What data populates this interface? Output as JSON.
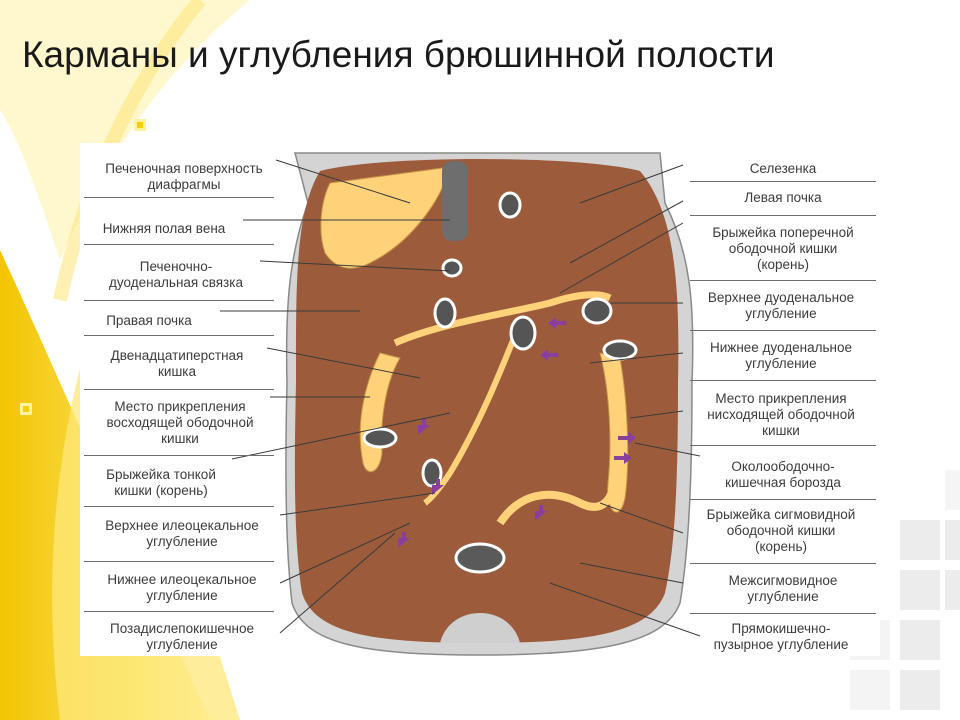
{
  "slide": {
    "title": "Карманы и углубления брюшинной полости"
  },
  "colors": {
    "abdominal_wall": "#d9d9d9",
    "cavity": "#9c5c3c",
    "peritoneum_highlight": "#ffd27a",
    "arrow": "#8a3f9e",
    "accent_yellow": "#f6d40c"
  },
  "labels_left": [
    {
      "id": "liver-diaphragm-surface",
      "line1": "Печеночная поверхность",
      "line2": "диафрагмы"
    },
    {
      "id": "inferior-vena-cava",
      "line1": "Нижняя полая вена",
      "line2": ""
    },
    {
      "id": "hepatoduodenal-ligament",
      "line1": "Печеночно-",
      "line2": "дуоденальная связка"
    },
    {
      "id": "right-kidney",
      "line1": "Правая почка",
      "line2": ""
    },
    {
      "id": "duodenum",
      "line1": "Двенадцатиперстная",
      "line2": "кишка"
    },
    {
      "id": "ascending-colon-attachment",
      "line1": "Место прикрепления",
      "line2": "восходящей ободочной",
      "line3": "кишки"
    },
    {
      "id": "small-intestine-mesentery",
      "line1": "Брыжейка тонкой",
      "line2": "кишки (корень)"
    },
    {
      "id": "superior-ileocecal-recess",
      "line1": "Верхнее илеоцекальное",
      "line2": "углубление"
    },
    {
      "id": "inferior-ileocecal-recess",
      "line1": "Нижнее илеоцекальное",
      "line2": "углубление"
    },
    {
      "id": "retrocecal-recess",
      "line1": "Позадислепокишечное",
      "line2": "углубление"
    }
  ],
  "labels_right": [
    {
      "id": "spleen",
      "line1": "Селезенка",
      "line2": ""
    },
    {
      "id": "left-kidney",
      "line1": "Левая почка",
      "line2": ""
    },
    {
      "id": "transverse-mesocolon",
      "line1": "Брыжейка поперечной",
      "line2": "ободочной кишки",
      "line3": "(корень)"
    },
    {
      "id": "superior-duodenal-recess",
      "line1": "Верхнее дуоденальное",
      "line2": "углубление"
    },
    {
      "id": "inferior-duodenal-recess",
      "line1": "Нижнее дуоденальное",
      "line2": "углубление"
    },
    {
      "id": "descending-colon-attachment",
      "line1": "Место прикрепления",
      "line2": "нисходящей ободочной",
      "line3": "кишки"
    },
    {
      "id": "paracolic-gutter",
      "line1": "Околоободочно-",
      "line2": "кишечная борозда"
    },
    {
      "id": "sigmoid-mesocolon",
      "line1": "Брыжейка сигмовидной",
      "line2": "ободочной кишки",
      "line3": "(корень)"
    },
    {
      "id": "intersigmoid-recess",
      "line1": "Межсигмовидное",
      "line2": "углубление"
    },
    {
      "id": "rectovesical-pouch",
      "line1": "Прямокишечно-",
      "line2": "пузырное углубление"
    }
  ]
}
